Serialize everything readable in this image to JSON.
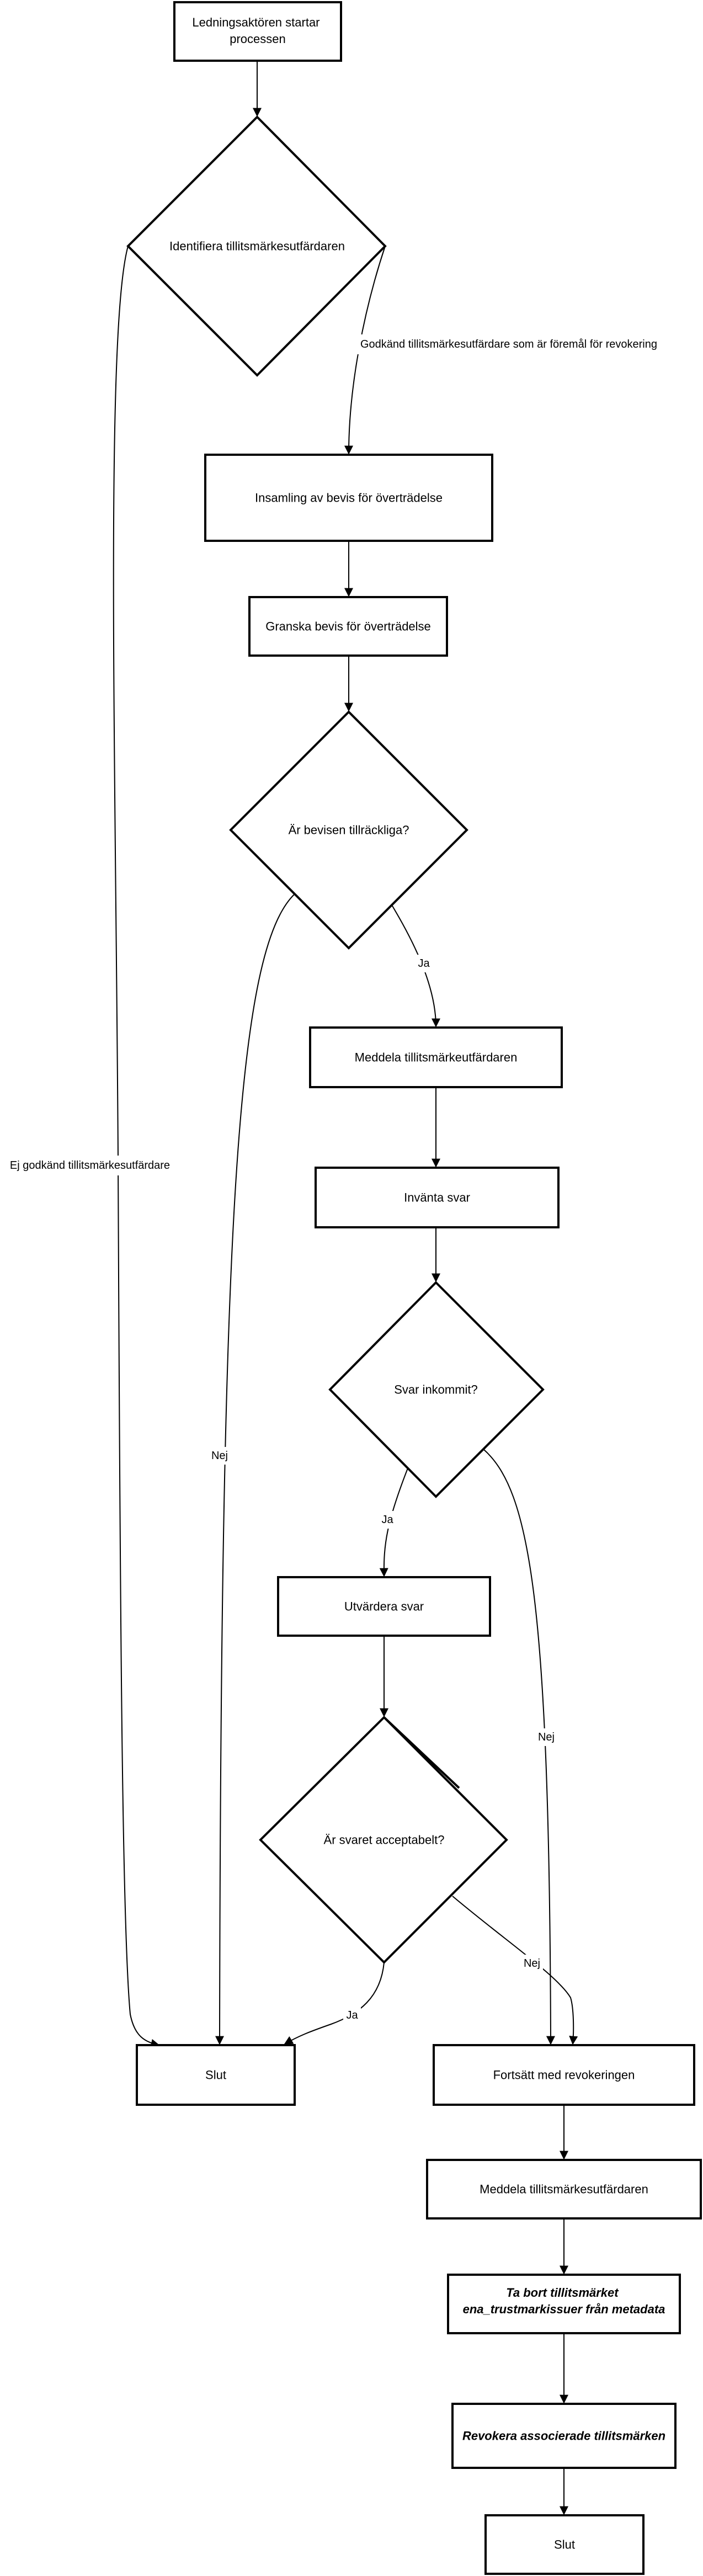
{
  "nodes": {
    "start": [
      "Ledningsaktören startar",
      "processen"
    ],
    "identify": [
      "Identifiera tillitsmärkesutfärdaren"
    ],
    "collect": [
      "Insamling av bevis för överträdelse"
    ],
    "review": [
      "Granska bevis för överträdelse"
    ],
    "sufficient": [
      "Är bevisen tillräckliga?"
    ],
    "notify1": [
      "Meddela tillitsmärkeutfärdaren"
    ],
    "await": [
      "Invänta svar"
    ],
    "received": [
      "Svar inkommit?"
    ],
    "evaluate": [
      "Utvärdera svar"
    ],
    "acceptable": [
      "Är svaret acceptabelt?"
    ],
    "end1": [
      "Slut"
    ],
    "continue": [
      "Fortsätt med revokeringen"
    ],
    "notify2": [
      "Meddela tillitsmärkesutfärdaren"
    ],
    "remove": [
      "Ta bort tillitsmärket",
      "ena_trustmarkissuer från metadata"
    ],
    "revoke": [
      "Revokera associerade tillitsmärken"
    ],
    "end2": [
      "Slut"
    ]
  },
  "edges": {
    "approved": "Godkänd tillitsmärkesutfärdare som är föremål för revokering",
    "not_approved": "Ej godkänd tillitsmärkesutfärdare",
    "sufficient_yes": "Ja",
    "sufficient_no": "Nej",
    "received_yes": "Ja",
    "received_no": "Nej",
    "acceptable_yes": "Ja",
    "acceptable_no": "Nej"
  }
}
